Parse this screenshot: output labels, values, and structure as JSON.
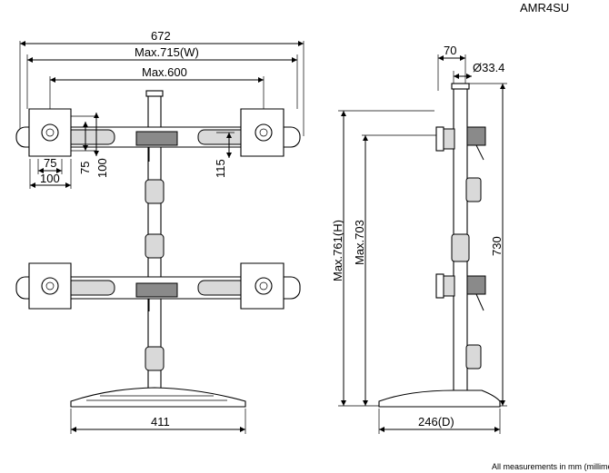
{
  "model": "AMR4SU",
  "footer_note": "All measurements in mm (millimeters)",
  "front_view": {
    "dim_overall": "672",
    "dim_max_width": "Max.715(W)",
    "dim_max_vesa_span": "Max.600",
    "dim_vesa_75_w": "75",
    "dim_vesa_100_w": "100",
    "dim_vesa_75_h": "75",
    "dim_vesa_100_h": "100",
    "dim_arm_offset": "115",
    "dim_base_width": "411"
  },
  "side_view": {
    "dim_clamp_depth": "70",
    "dim_pole_diameter": "Ø33.4",
    "dim_max_height": "Max.761(H)",
    "dim_max_mount_height": "Max.703",
    "dim_pole_height": "730",
    "dim_base_depth": "246(D)"
  }
}
